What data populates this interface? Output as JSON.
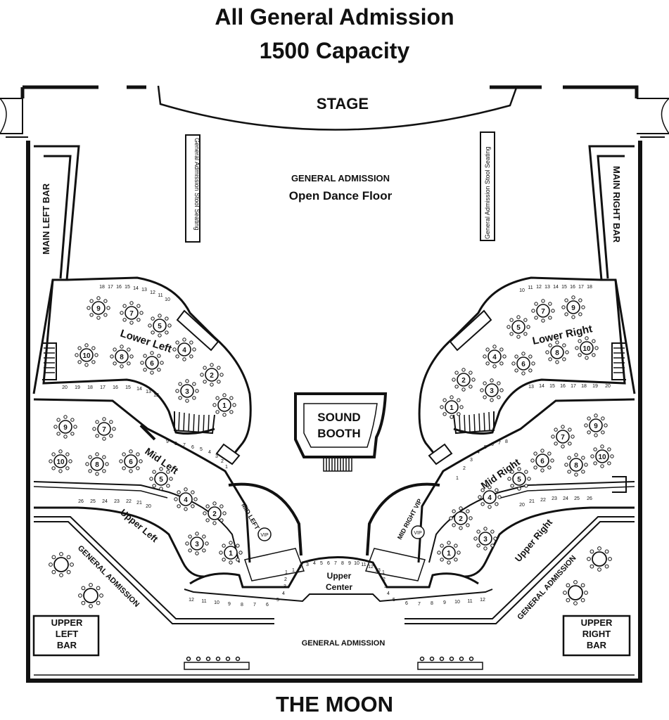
{
  "header": {
    "line1": "All General Admission",
    "line2": "1500 Capacity"
  },
  "footer": {
    "venue": "THE MOON"
  },
  "stage": {
    "label": "STAGE"
  },
  "floor": {
    "label": "GENERAL ADMISSION",
    "sub": "Open Dance Floor"
  },
  "stools": {
    "label": "General Admission Stool Seating"
  },
  "bars": {
    "main_left": "MAIN LEFT BAR",
    "main_right": "MAIN RIGHT BAR",
    "upper_left": [
      "UPPER",
      "LEFT",
      "BAR"
    ],
    "upper_right": [
      "UPPER",
      "RIGHT",
      "BAR"
    ]
  },
  "sound_booth": [
    "SOUND",
    "BOOTH"
  ],
  "sections": {
    "lower_left": "Lower Left",
    "lower_right": "Lower Right",
    "mid_left": "Mid Left",
    "mid_right": "Mid Right",
    "upper_left": "Upper Left",
    "upper_right": "Upper Right",
    "upper_center": [
      "Upper",
      "Center"
    ],
    "mid_left_vip": "MID LEFT VIP",
    "mid_right_vip": "MID RIGHT VIP",
    "vip": "VIP"
  },
  "ga": {
    "left": "GENERAL ADMISSION",
    "right": "GENERAL ADMISSION",
    "bottom": "GENERAL ADMISSION"
  },
  "tables": {
    "lower_left": [
      "9",
      "7",
      "5",
      "4",
      "6",
      "8",
      "10",
      "3",
      "2",
      "1"
    ],
    "lower_right": [
      "7",
      "9",
      "5",
      "8",
      "10",
      "4",
      "6",
      "2",
      "3",
      "1"
    ],
    "mid_left": [
      "9",
      "7",
      "10",
      "8",
      "6",
      "5",
      "4",
      "2",
      "3",
      "1"
    ],
    "mid_right": [
      "9",
      "7",
      "6",
      "10",
      "8",
      "5",
      "4",
      "2",
      "3",
      "1"
    ]
  },
  "rail_numbers": {
    "lower_left_top": [
      "18",
      "17",
      "16",
      "15",
      "14",
      "13",
      "12",
      "11",
      "10"
    ],
    "lower_left_row": [
      "20",
      "19",
      "18",
      "17",
      "16",
      "15",
      "14",
      "13",
      "12"
    ],
    "lower_right_top": [
      "10",
      "11",
      "12",
      "13",
      "14",
      "15",
      "16",
      "17",
      "18"
    ],
    "lower_right_row": [
      "13",
      "14",
      "15",
      "16",
      "17",
      "18",
      "19",
      "20"
    ],
    "mid_left_rail": [
      "9",
      "8",
      "7",
      "6",
      "5",
      "4",
      "3",
      "2",
      "1"
    ],
    "mid_right_rail": [
      "1",
      "2",
      "3",
      "4",
      "5",
      "6",
      "7",
      "8"
    ],
    "upper_left_row": [
      "26",
      "25",
      "24",
      "23",
      "22",
      "21",
      "20"
    ],
    "upper_right_row": [
      "20",
      "21",
      "22",
      "23",
      "24",
      "25",
      "26"
    ],
    "upper_center_row": [
      "1",
      "2",
      "3",
      "4",
      "5",
      "6",
      "7",
      "8",
      "9",
      "10",
      "11",
      "12",
      "13"
    ],
    "bottom_left": [
      "12",
      "11",
      "10",
      "9",
      "8",
      "7",
      "6",
      "5",
      "4",
      "3",
      "2",
      "1"
    ],
    "bottom_right": [
      "1",
      "2",
      "3",
      "4",
      "5",
      "6",
      "7",
      "8",
      "9",
      "10",
      "11",
      "12"
    ]
  }
}
